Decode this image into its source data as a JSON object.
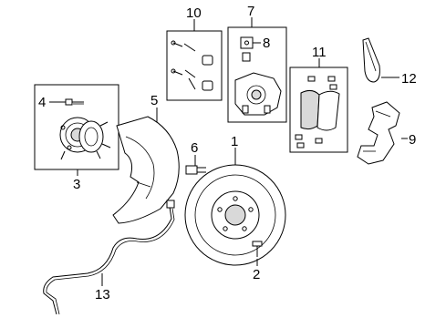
{
  "diagram": {
    "callouts": [
      "1",
      "2",
      "3",
      "4",
      "5",
      "6",
      "7",
      "8",
      "9",
      "10",
      "11",
      "12",
      "13"
    ]
  }
}
